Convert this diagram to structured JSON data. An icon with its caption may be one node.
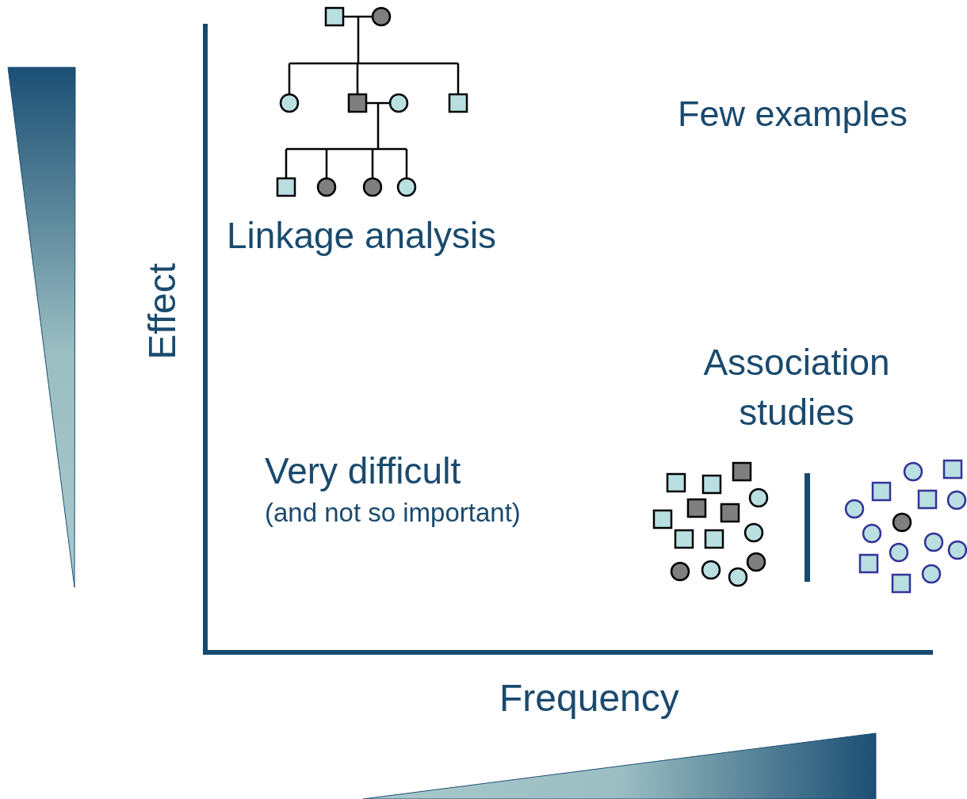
{
  "diagram": {
    "nodes": [
      {
        "text": [],
        "shape": "triangle"
      },
      {
        "text": [],
        "shape": "triangle"
      }
    ],
    "labels": [
      "Few examples",
      "Linkage analysis",
      "Effect",
      "Association studies",
      "Very difficult",
      "(and not so important)",
      "Frequency"
    ]
  }
}
